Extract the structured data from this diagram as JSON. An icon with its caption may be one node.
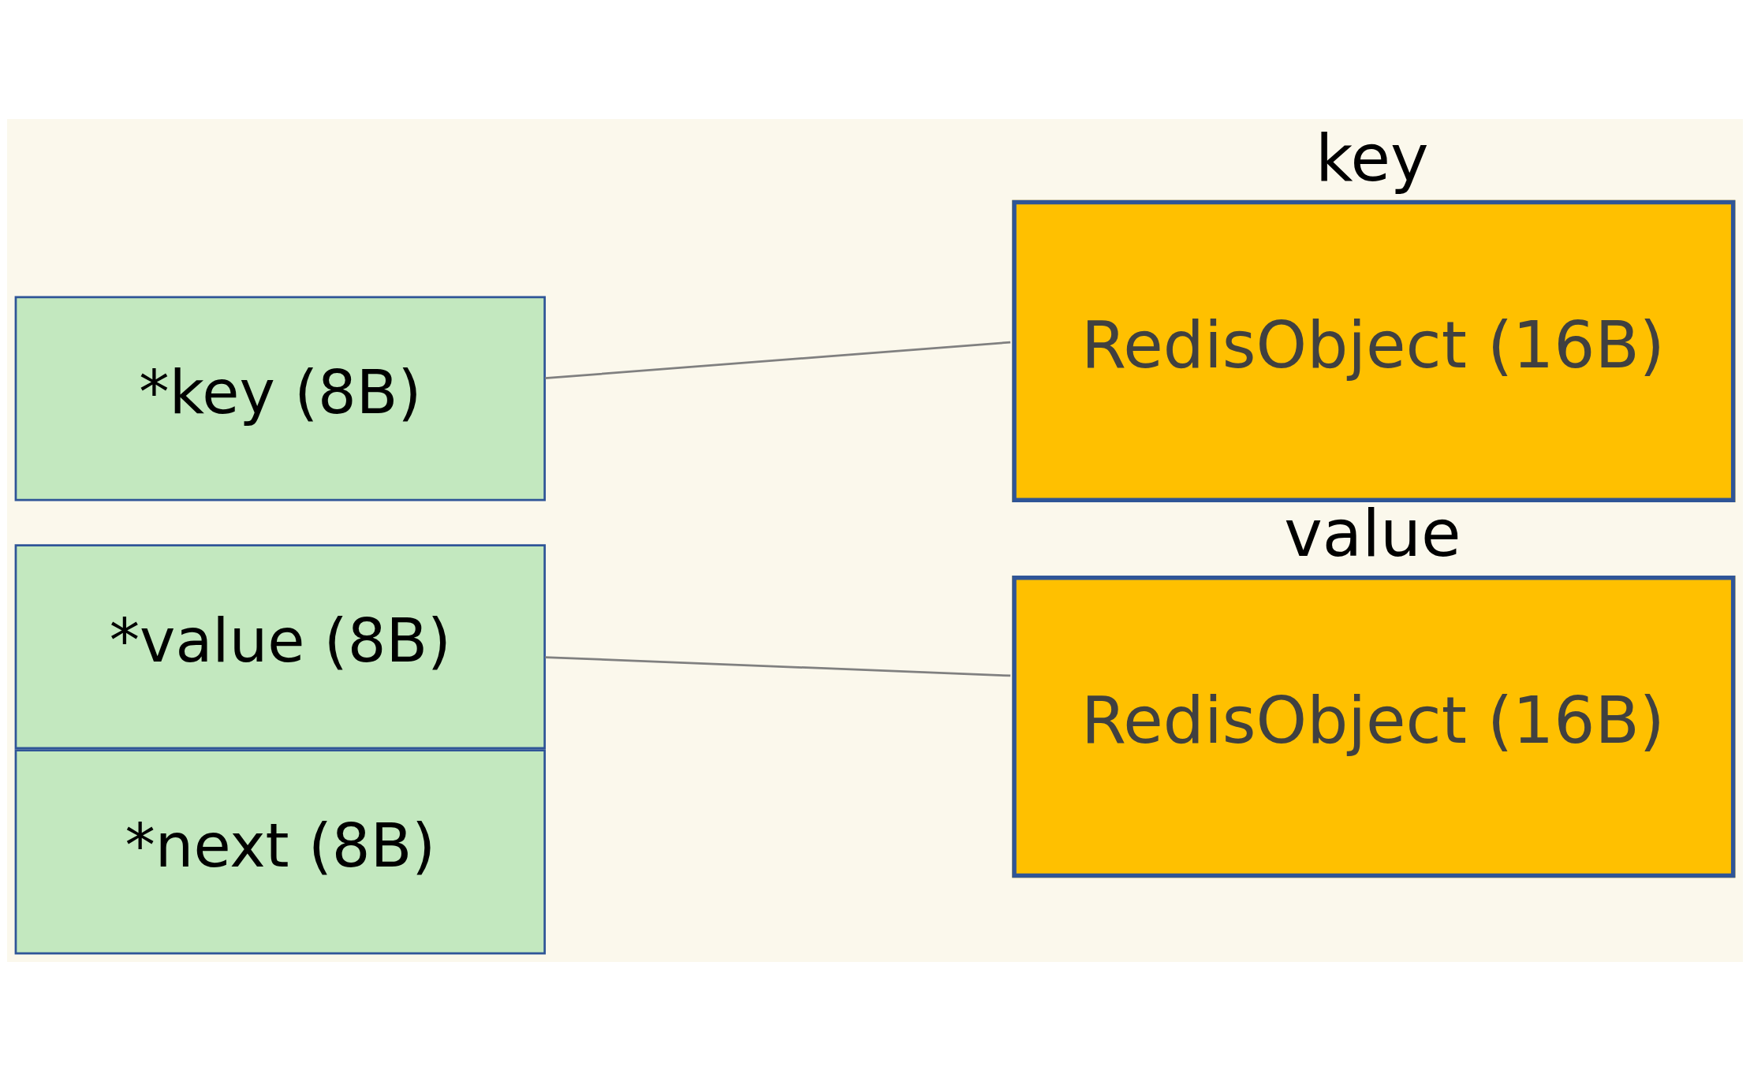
{
  "diagram": {
    "nodes": [
      {
        "text": [
          "*key (8B)"
        ]
      },
      {
        "text": [
          "*value (8B)"
        ]
      },
      {
        "text": [
          "*next (8B)"
        ]
      },
      {
        "text": [
          "key",
          "RedisObject (16B)"
        ]
      },
      {
        "text": [
          "value",
          "RedisObject (16B)"
        ]
      }
    ],
    "edges": [
      {
        "from": 0,
        "to": 3,
        "arrow": "none",
        "color": "#808080"
      },
      {
        "from": 1,
        "to": 4,
        "arrow": "none",
        "color": "#808080"
      }
    ]
  }
}
